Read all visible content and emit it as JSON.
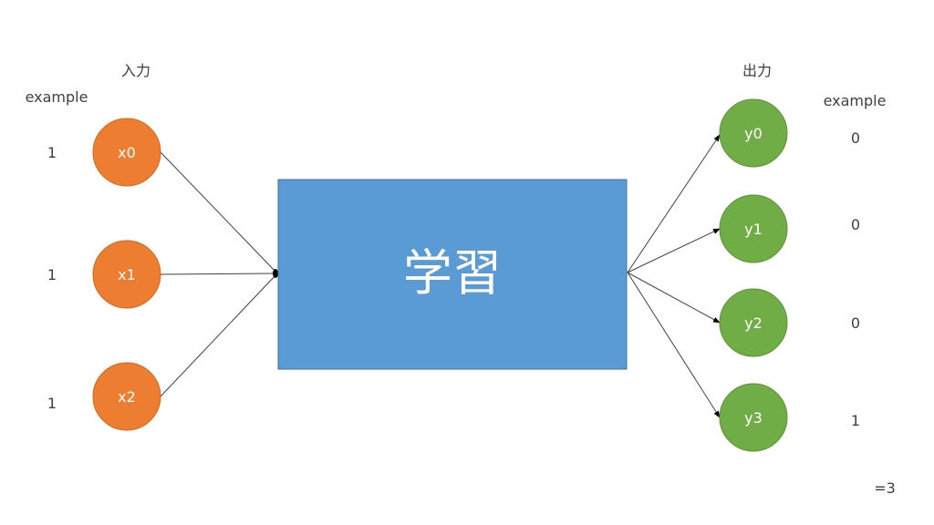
{
  "input": {
    "heading": "入力",
    "example_label": "example",
    "nodes": [
      {
        "label": "x0",
        "value": "1"
      },
      {
        "label": "x1",
        "value": "1"
      },
      {
        "label": "x2",
        "value": "1"
      }
    ]
  },
  "center": {
    "label": "学習"
  },
  "output": {
    "heading": "出力",
    "example_label": "example",
    "nodes": [
      {
        "label": "y0",
        "value": "0"
      },
      {
        "label": "y1",
        "value": "0"
      },
      {
        "label": "y2",
        "value": "0"
      },
      {
        "label": "y3",
        "value": "1"
      }
    ],
    "result": "=3"
  },
  "colors": {
    "input_node": "#ED7D31",
    "output_node": "#70AD47",
    "box": "#5B9BD5",
    "line": "#404040"
  }
}
